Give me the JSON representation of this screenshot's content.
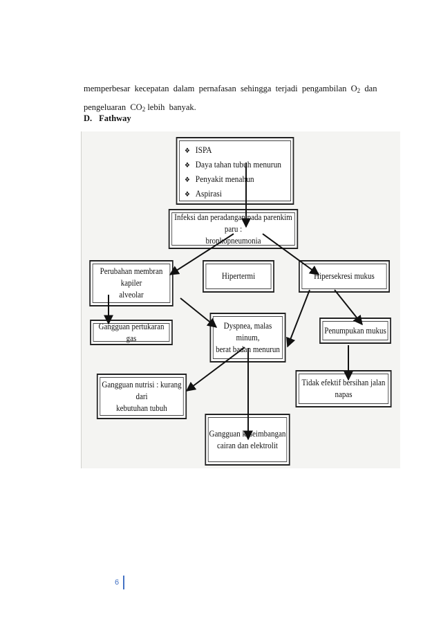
{
  "paragraph": {
    "line1_a": "memperbesar  kecepatan  dalam  pernafasan  sehingga  terjadi  pengambilan  O",
    "line1_sub": "2",
    "line1_b": "  dan",
    "line2_a": "pengeluaran  CO",
    "line2_sub": "2",
    "line2_b": " lebih  banyak."
  },
  "heading": {
    "number": "D.",
    "title": "Fathway"
  },
  "diagram": {
    "causes": [
      "ISPA",
      "Daya tahan tubuh menurun",
      "Penyakit menahun",
      "Aspirasi"
    ],
    "infection": [
      "Infeksi dan peradangan pada parenkim paru :",
      "bronkopneumonia"
    ],
    "membrane": [
      "Perubahan membran kapiler",
      "alveolar"
    ],
    "hypertermia": "Hipertermi",
    "hypersecretion": "Hipersekresi mukus",
    "gas_exchange": "Gangguan pertukaran gas",
    "dyspnea": [
      "Dyspnea, malas minum,",
      "berat badan menurun"
    ],
    "mucus_buildup": "Penumpukan mukus",
    "nutrition": [
      "Gangguan nutrisi : kurang dari",
      "kebutuhan tubuh"
    ],
    "airway": "Tidak efektif bersihan jalan napas",
    "fluid": [
      "Gangguan keseimbangan",
      "cairan dan elektrolit"
    ]
  },
  "footer": {
    "page_number": "6"
  }
}
